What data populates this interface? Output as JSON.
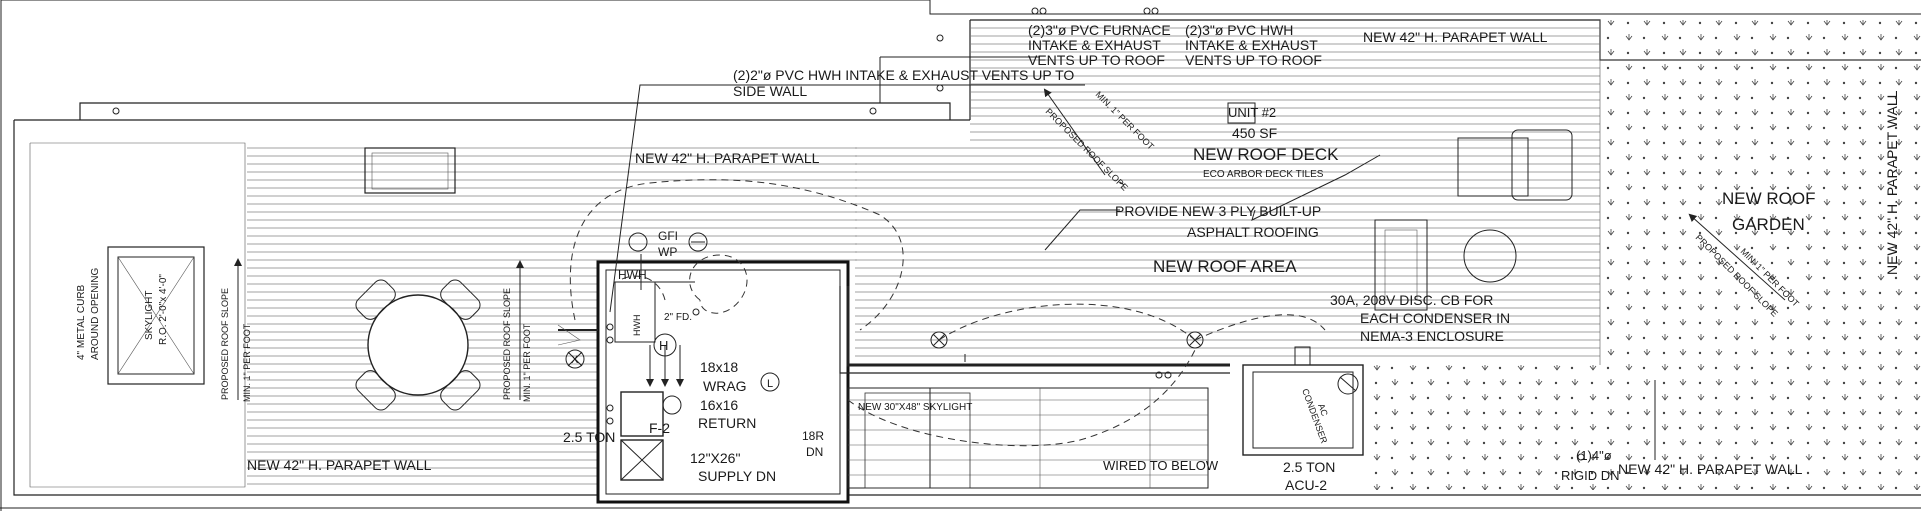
{
  "notes": {
    "hwh_vents": "(2)2\"ø PVC HWH INTAKE & EXHAUST VENTS UP TO",
    "hwh_vents_2": "SIDE WALL",
    "furnace_vents_1": "(2)3\"ø PVC FURNACE",
    "furnace_vents_2": "INTAKE & EXHAUST",
    "furnace_vents_3": "VENTS UP TO ROOF",
    "hwh_roof_vents_1": "(2)3\"ø PVC HWH",
    "hwh_roof_vents_2": "INTAKE & EXHAUST",
    "hwh_roof_vents_3": "VENTS UP TO ROOF",
    "built_up_1": "PROVIDE NEW 3 PLY BUILT-UP",
    "built_up_2": "ASPHALT ROOFING",
    "disc_1": "30A, 208V DISC. CB FOR",
    "disc_2": "EACH CONDENSER IN",
    "disc_3": "NEMA-3 ENCLOSURE"
  },
  "labels": {
    "parapet_top_left": "NEW 42\" H. PARAPET WALL",
    "parapet_top_right": "NEW 42\" H. PARAPET WALL",
    "parapet_bottom_left": "NEW 42\" H. PARAPET WALL",
    "parapet_bottom_right": "NEW 42\" H. PARAPET WALL",
    "parapet_right_vertical": "NEW 42\" H. PARAPET WALL",
    "unit": "UNIT #2",
    "area": "450 SF",
    "roof_deck": "NEW ROOF DECK",
    "deck_tiles": "ECO ARBOR DECK TILES",
    "roof_area": "NEW ROOF AREA",
    "garden_1": "NEW ROOF",
    "garden_2": "GARDEN",
    "skylight_1": "SKYLIGHT",
    "skylight_2": "R.O. 2'-0\"x 4'-0\"",
    "metal_curb_1": "4\" METAL CURB",
    "metal_curb_2": "AROUND OPENING",
    "slope_label": "PROPOSED ROOF SLOPE",
    "min_slope": "MIN. 1\" PER FOOT",
    "gfi_1": "GFI",
    "gfi_2": "WP",
    "hwh": "HWH",
    "fd": "2\" FD.",
    "h": "H",
    "x": "X",
    "f2": "F-2",
    "l": "L",
    "ton_left": "2.5 TON",
    "wrag_1": "18x18",
    "wrag_2": "WRAG",
    "ret_1": "16x16",
    "ret_2": "RETURN",
    "supply_1": "12\"X26\"",
    "supply_2": "SUPPLY DN",
    "stair_1": "18R",
    "stair_2": "DN",
    "new_skylight": "NEW 30\"X48\" SKYLIGHT",
    "wired": "WIRED TO BELOW",
    "acu_1": "2.5 TON",
    "acu_2": "ACU-2",
    "ac_1": "AC",
    "ac_2": "CONDENSER",
    "rigid_1": "(1)4\"ø",
    "rigid_2": "RIGID DN",
    "proposed_roof_slope_diag": "PROPOSED ROOF SLOPE",
    "min_diag": "MIN. 1\" PER FOOT"
  }
}
